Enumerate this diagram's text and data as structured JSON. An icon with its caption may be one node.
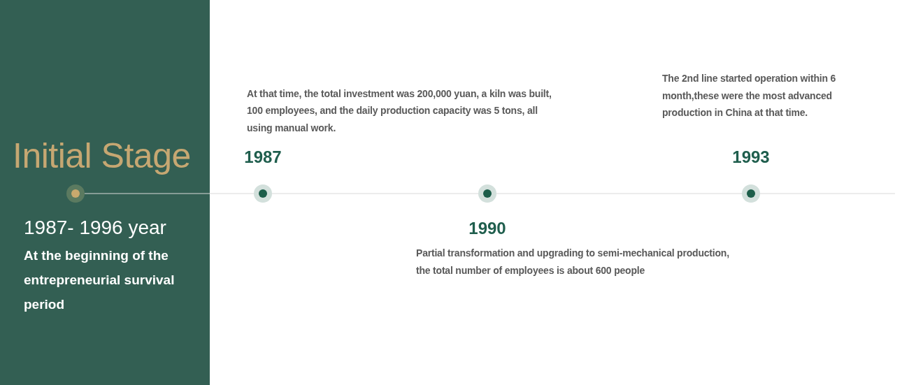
{
  "diagram": {
    "nodes": [
      {
        "text": [
          "Initial Stage",
          "1987- 1996 year",
          "At the beginning of the entrepreneurial survival period"
        ]
      },
      {
        "text": [],
        "shape": "circle",
        "in": 0
      },
      {
        "text": [],
        "shape": "circle",
        "beside": [
          "At that time, the total investment was 200,000 yuan, a kiln was built, 100 employees, and the daily production capacity was 5 tons, all using manual work.",
          "1987"
        ]
      },
      {
        "text": [],
        "shape": "circle",
        "beside": [
          "1990",
          "Partial transformation and upgrading to semi-mechanical production, the total number of employees is about 600 people"
        ]
      },
      {
        "text": [],
        "shape": "circle",
        "beside": [
          "The 2nd line started operation within 6 month,these were the most advanced production in China at that time.",
          "1993"
        ]
      }
    ],
    "edges": [
      {
        "from": 1,
        "to": 2,
        "arrow": "none"
      },
      {
        "from": 2,
        "to": 3,
        "arrow": "none"
      },
      {
        "from": 3,
        "to": 4,
        "arrow": "none"
      },
      {
        "from": 4,
        "to": null,
        "arrow": "none"
      }
    ]
  }
}
